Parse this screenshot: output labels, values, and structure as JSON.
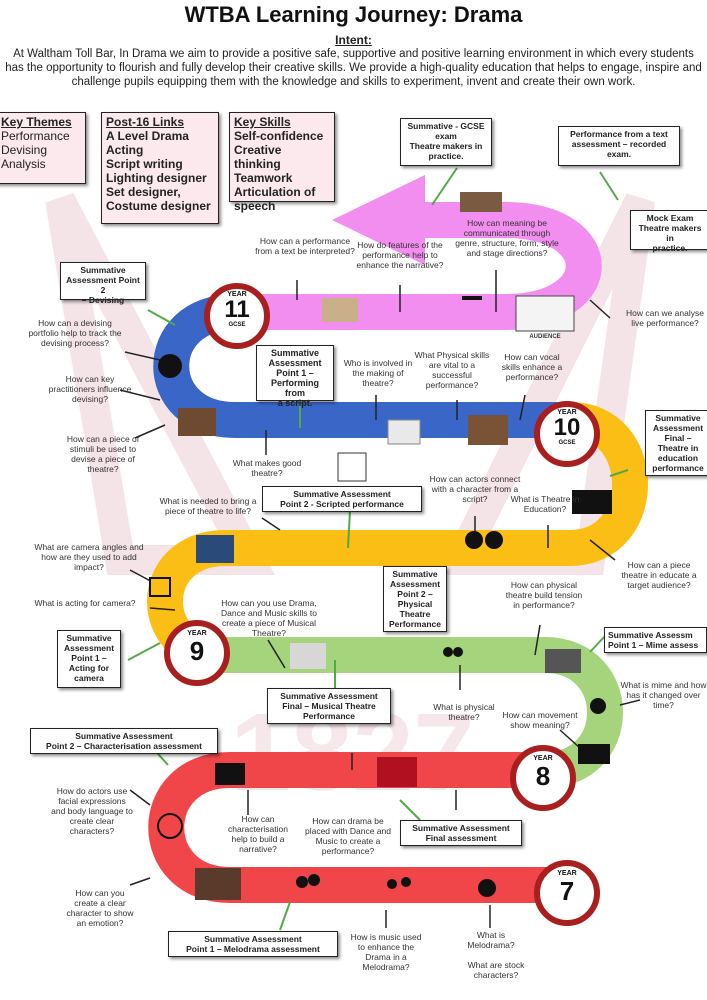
{
  "header": {
    "title": "WTBA Learning Journey: Drama",
    "intent_heading": "Intent:",
    "intent_lines": [
      "At Waltham Toll Bar, In Drama we aim to provide a positive safe, supportive and positive learning environment in which every students",
      "has the opportunity to flourish and fully develop their creative skills. We provide a high-quality education that helps to engage, inspire and",
      "challenge pupils equipping them with the knowledge and skills to experiment, invent and create their own work."
    ]
  },
  "key_themes": {
    "heading": "Key Themes",
    "items": [
      "Performance",
      "Devising",
      "Analysis"
    ]
  },
  "post16": {
    "heading": "Post-16 Links",
    "items": [
      "A Level Drama",
      "Acting",
      "Script writing",
      "Lighting designer",
      "Set designer,",
      "Costume designer"
    ]
  },
  "key_skills": {
    "heading": "Key Skills",
    "items": [
      "Self-confidence",
      "Creative thinking",
      "Teamwork",
      "Articulation of",
      "speech"
    ]
  },
  "years": {
    "y11": {
      "label": "YEAR",
      "num": "11",
      "sub": "GCSE"
    },
    "y10": {
      "label": "YEAR",
      "num": "10",
      "sub": "GCSE"
    },
    "y9": {
      "label": "YEAR",
      "num": "9"
    },
    "y8": {
      "label": "YEAR",
      "num": "8"
    },
    "y7": {
      "label": "YEAR",
      "num": "7"
    }
  },
  "assessments": {
    "gcse_exam": [
      "Summative - GCSE",
      "exam",
      "Theatre makers in",
      "practice."
    ],
    "text_perf": [
      "Performance from a text",
      "assessment – recorded",
      "exam."
    ],
    "mock": [
      "Mock Exam",
      "Theatre makers in",
      "practice."
    ],
    "y11_devising": [
      "Summative",
      "Assessment Point 2",
      "– Devising"
    ],
    "y11_script": [
      "Summative",
      "Assessment",
      "Point 1 –",
      "Performing from",
      "a script."
    ],
    "y10_final": [
      "Summative",
      "Assessment",
      "Final –",
      "Theatre in",
      "education",
      "performance"
    ],
    "y10_scripted": [
      "Summative Assessment",
      "Point 2  - Scripted performance"
    ],
    "y9_physical": [
      "Summative",
      "Assessment",
      "Point 2 –",
      "Physical",
      "Theatre",
      "Performance"
    ],
    "y9_camera": [
      "Summative",
      "Assessment",
      "Point 1 –",
      "Acting for",
      "camera"
    ],
    "y9_mime": [
      "Summative Assessm",
      "Point 1 – Mime assess"
    ],
    "y9_final": [
      "Summative Assessment",
      "Final – Musical Theatre",
      "Performance"
    ],
    "y8_char": [
      "Summative Assessment",
      "Point 2 – Characterisation assessment"
    ],
    "y8_final": [
      "Summative Assessment",
      "Final assessment"
    ],
    "y7_melo": [
      "Summative Assessment",
      "Point 1 – Melodrama assessment"
    ]
  },
  "questions": {
    "q1": "How can a performance from a text be interpreted?",
    "q2": "How do features of the performance help to enhance the narrative?",
    "q3": "How can meaning be communicated through genre, structure, form, style and stage directions?",
    "q4": "How can we analyse live performance?",
    "q5": "How can a devising portfolio help to track the devising process?",
    "q6": "How can key practitioners influence devising?",
    "q7": "How can a piece of stimuli be used to devise a piece of theatre?",
    "q8": "Who is involved in the making of theatre?",
    "q9": "What Physical skills are vital to a successful performance?",
    "q10": "How can vocal skills enhance a performance?",
    "q11": "What makes good theatre?",
    "q12": "What is needed to bring a piece of theatre to life?",
    "q13": "How can actors connect with a character from a script?",
    "q14": "What is Theatre in Education?",
    "q15": "How can a piece theatre in educate a target audience?",
    "q16": "What are camera angles and how are they used to add impact?",
    "q17": "What is acting for camera?",
    "q18": "How can you use Drama, Dance and Music skills to create a piece of Musical Theatre?",
    "q19": "How can physical theatre build tension in performance?",
    "q20": "What is physical theatre?",
    "q21": "How can movement show meaning?",
    "q22": "What is mime and how has it changed over time?",
    "q23": "How do actors use facial expressions and body language to create clear characters?",
    "q24": "How can characterisation help to build a narrative?",
    "q25": "How can drama be placed with Dance and Music to create a performance?",
    "q26": "How can you create a clear character to show an emotion?",
    "q27": "How is music used to enhance the Drama in a Melodrama?",
    "q28": "What is Melodrama?",
    "q29": "What are stock characters?"
  },
  "misc": {
    "audience": "AUDIENCE"
  },
  "colors": {
    "y11": "#f28ef0",
    "y10": "#3a66c8",
    "y9a": "#fbbe14",
    "y9b": "#a5d47c",
    "y8": "#f0464a",
    "badge": "#a91e1e"
  }
}
